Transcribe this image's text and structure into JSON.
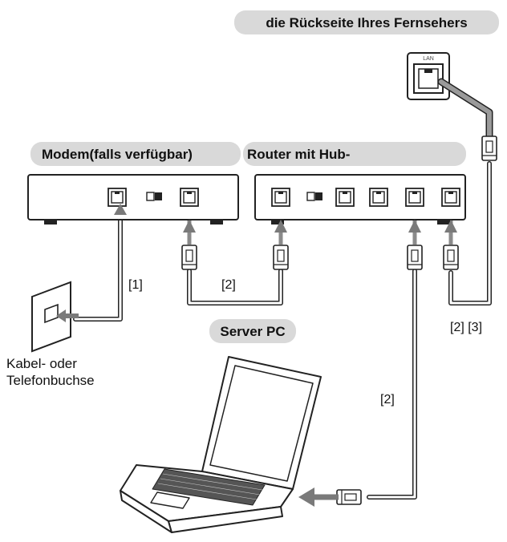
{
  "labels": {
    "tv_back": "die Rückseite Ihres Fernsehers",
    "modem": "Modem(falls verfügbar)",
    "router": "Router mit Hub-",
    "server_pc": "Server PC",
    "wall_socket_line1": "Kabel- oder",
    "wall_socket_line2": "Telefonbuchse",
    "cable_1": "[1]",
    "cable_2_modem_router": "[2]",
    "cable_2_3_tv": "[2] [3]",
    "cable_2_pc": "[2]",
    "tv_port": "LAN"
  },
  "colors": {
    "pill_fill": "#d9d9d9",
    "cable": "#8a8a8a",
    "outline": "#222222",
    "arrow": "#7a7a7a"
  }
}
